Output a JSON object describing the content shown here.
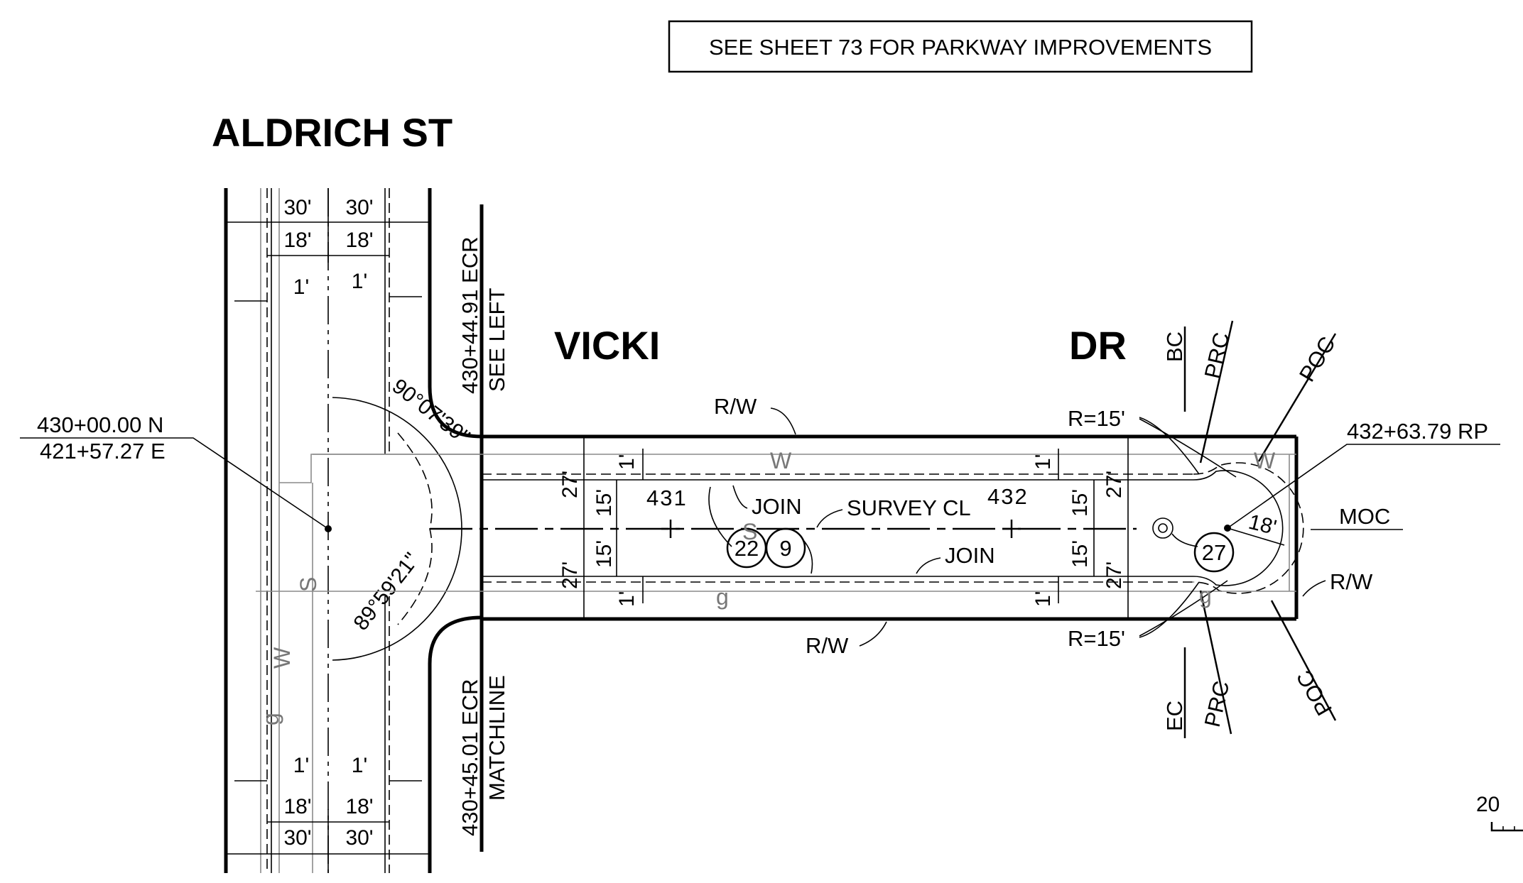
{
  "note_box": "SEE SHEET 73 FOR PARKWAY IMPROVEMENTS",
  "streets": {
    "aldrich": "ALDRICH ST",
    "vicki": "VICKI",
    "dr": "DR"
  },
  "stations": {
    "ecr_top": "430+44.91 ECR",
    "see_left": "SEE LEFT",
    "ecr_bottom": "430+45.01 ECR",
    "matchline": "MATCHLINE",
    "north": "430+00.00 N",
    "east": "421+57.27 E",
    "rp": "432+63.79 RP",
    "sta_431": "431",
    "sta_432": "432"
  },
  "angles": {
    "top": "90°07'39\"",
    "bottom": "89°59'21\""
  },
  "dimensions": {
    "d30": "30'",
    "d18": "18'",
    "d1": "1'",
    "d27": "27'",
    "d15": "15'",
    "radius": "18'",
    "r15": "R=15'"
  },
  "labels": {
    "rw": "R/W",
    "join": "JOIN",
    "survey_cl": "SURVEY CL",
    "moc": "MOC",
    "bc": "BC",
    "prc": "PRC",
    "poc": "POC",
    "ec": "EC"
  },
  "callouts": {
    "c22": "22",
    "c9": "9",
    "c27": "27"
  },
  "utilities": {
    "water": "W",
    "sewer": "S",
    "gas": "g"
  },
  "scale": {
    "value": "20"
  }
}
